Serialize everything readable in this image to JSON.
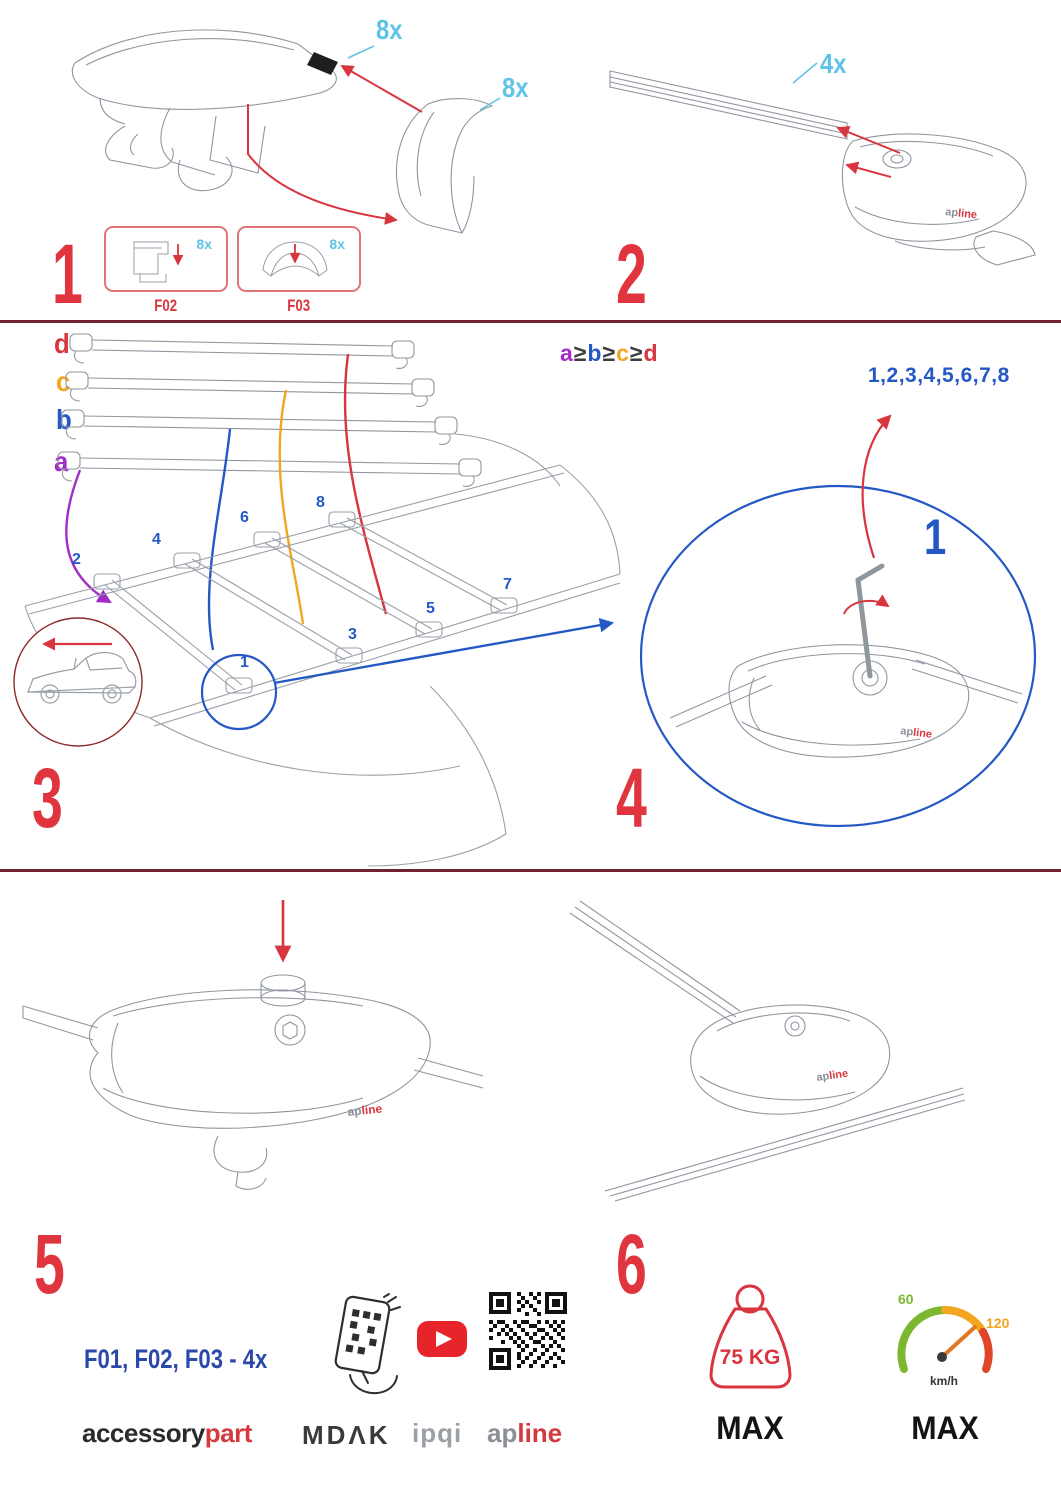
{
  "colors": {
    "accent_red": "#d9353f",
    "step_number_red": "#e0353f",
    "cyan": "#5fc3e6",
    "blue": "#2458c5",
    "purple": "#a32cc8",
    "orange": "#f2a51f",
    "green": "#7cb82f",
    "divider_maroon": "#6f2230"
  },
  "step1": {
    "number": "1",
    "qty_cap": "8x",
    "qty_cover": "8x",
    "parts": [
      {
        "code": "F02",
        "qty": "8x"
      },
      {
        "code": "F03",
        "qty": "8x"
      }
    ]
  },
  "step2": {
    "number": "2",
    "qty": "4x"
  },
  "step3": {
    "number": "3",
    "bar_labels": {
      "d": "d",
      "c": "c",
      "b": "b",
      "a": "a"
    },
    "formula": {
      "a": "a",
      "ge1": "≥",
      "b": "b",
      "ge2": "≥",
      "c": "c",
      "ge3": "≥",
      "d": "d"
    },
    "positions": [
      "1",
      "2",
      "3",
      "4",
      "5",
      "6",
      "7",
      "8"
    ]
  },
  "step4": {
    "number": "4",
    "tighten_sequence": "1,2,3,4,5,6,7,8",
    "first_position": "1"
  },
  "step5": {
    "number": "5",
    "parts_note": "F01, F02, F03 - 4x"
  },
  "step6": {
    "number": "6",
    "weight": {
      "value": "75 KG",
      "max_label": "MAX"
    },
    "speed": {
      "low": "60",
      "high": "120",
      "unit": "km/h",
      "max_label": "MAX"
    }
  },
  "brands": {
    "accessorypart": {
      "black": "accessory",
      "red": "part"
    },
    "mdak": "MDΛK",
    "ipqi": "ipqi",
    "apline": {
      "gray": "ap",
      "red": "line"
    }
  },
  "foot_logo": {
    "gray": "ap",
    "red": "line"
  }
}
